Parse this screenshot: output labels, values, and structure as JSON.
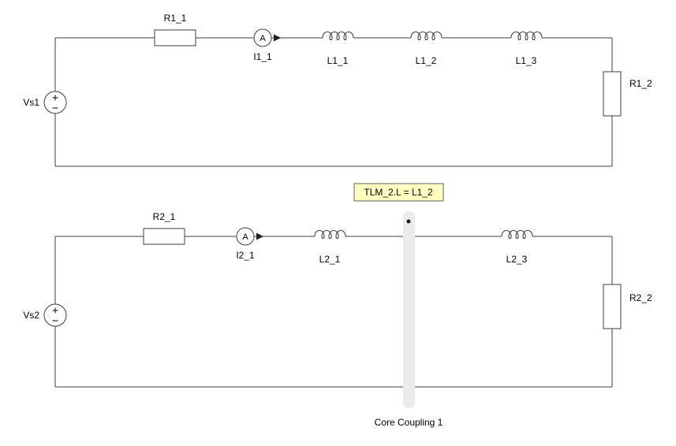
{
  "circuit1": {
    "source_label": "Vs1",
    "resistor_series_label": "R1_1",
    "ammeter_label": "I1_1",
    "ammeter_symbol": "A",
    "inductor1_label": "L1_1",
    "inductor2_label": "L1_2",
    "inductor3_label": "L1_3",
    "resistor_load_label": "R1_2"
  },
  "circuit2": {
    "source_label": "Vs2",
    "resistor_series_label": "R2_1",
    "ammeter_label": "I2_1",
    "ammeter_symbol": "A",
    "inductor1_label": "L2_1",
    "inductor3_label": "L2_3",
    "resistor_load_label": "R2_2"
  },
  "annotation": {
    "text": "TLM_2.L = L1_2",
    "bg_color": "#FFFFC0",
    "border_color": "#606060"
  },
  "coupling": {
    "label": "Core Coupling 1",
    "bar_color": "#EBEBEB"
  }
}
